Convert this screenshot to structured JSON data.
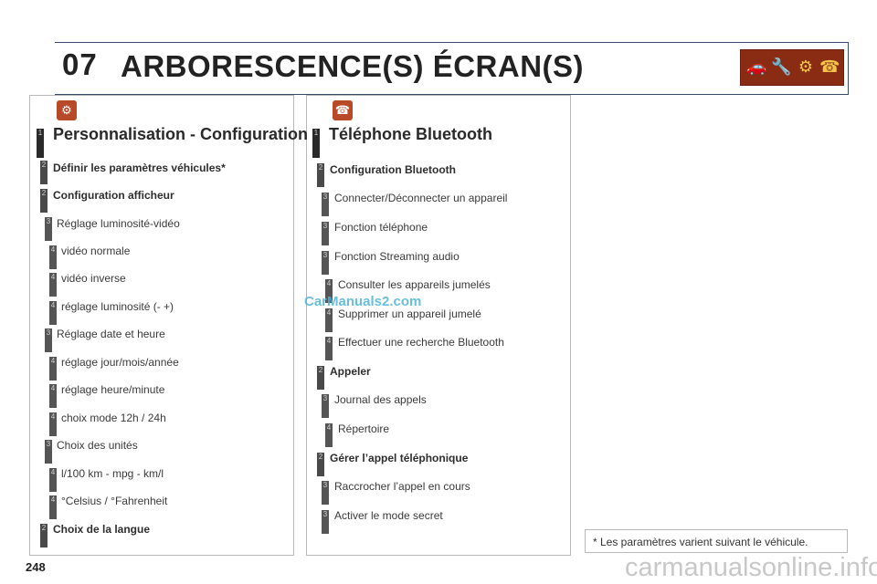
{
  "header": {
    "chapter_number": "07",
    "title": "ARBORESCENCE(S) ÉCRAN(S)",
    "icons": [
      "car-icon",
      "wrench-icon",
      "settings-icon",
      "phone-icon"
    ],
    "accent_color": "#8a2c14",
    "icon_color": "#f3c44b"
  },
  "left_panel": {
    "title": "Personnalisation - Configuration",
    "icon": "settings-icon",
    "items": [
      {
        "level": "1",
        "label": ""
      },
      {
        "level": "2",
        "label": "Définir les paramètres véhicules",
        "suffix": "*"
      },
      {
        "level": "2",
        "label": "Configuration afficheur"
      },
      {
        "level": "3",
        "label": "Réglage luminosité-vidéo"
      },
      {
        "level": "4",
        "label": "vidéo normale"
      },
      {
        "level": "4",
        "label": "vidéo inverse"
      },
      {
        "level": "4",
        "label": "réglage luminosité (- +)"
      },
      {
        "level": "3",
        "label": "Réglage date et heure"
      },
      {
        "level": "4",
        "label": "réglage jour/mois/année"
      },
      {
        "level": "4",
        "label": "réglage heure/minute"
      },
      {
        "level": "4",
        "label": "choix mode 12h / 24h"
      },
      {
        "level": "3",
        "label": "Choix des unités"
      },
      {
        "level": "4",
        "label": "l/100 km - mpg - km/l"
      },
      {
        "level": "4",
        "label": "°Celsius / °Fahrenheit"
      },
      {
        "level": "2",
        "label": "Choix de la langue"
      }
    ]
  },
  "right_panel": {
    "title": "Téléphone Bluetooth",
    "icon": "bluetooth-phone-icon",
    "items": [
      {
        "level": "1",
        "label": ""
      },
      {
        "level": "2",
        "label": "Configuration Bluetooth"
      },
      {
        "level": "3",
        "label": "Connecter/Déconnecter un appareil"
      },
      {
        "level": "3",
        "label": "Fonction téléphone"
      },
      {
        "level": "3",
        "label": "Fonction Streaming audio"
      },
      {
        "level": "4",
        "label": "Consulter les appareils jumelés"
      },
      {
        "level": "4",
        "label": "Supprimer un appareil jumelé"
      },
      {
        "level": "4",
        "label": "Effectuer une recherche Bluetooth"
      },
      {
        "level": "2",
        "label": "Appeler"
      },
      {
        "level": "3",
        "label": "Journal des appels"
      },
      {
        "level": "4",
        "label": "Répertoire"
      },
      {
        "level": "2",
        "label": "Gérer l’appel téléphonique"
      },
      {
        "level": "3",
        "label": "Raccrocher l’appel en cours"
      },
      {
        "level": "3",
        "label": "Activer le mode secret"
      }
    ]
  },
  "footnote": "* Les paramètres varient suivant le véhicule.",
  "page_number": "248",
  "watermarks": {
    "inline": "CarManuals2.com",
    "footer": "carmanualsonline.info"
  }
}
